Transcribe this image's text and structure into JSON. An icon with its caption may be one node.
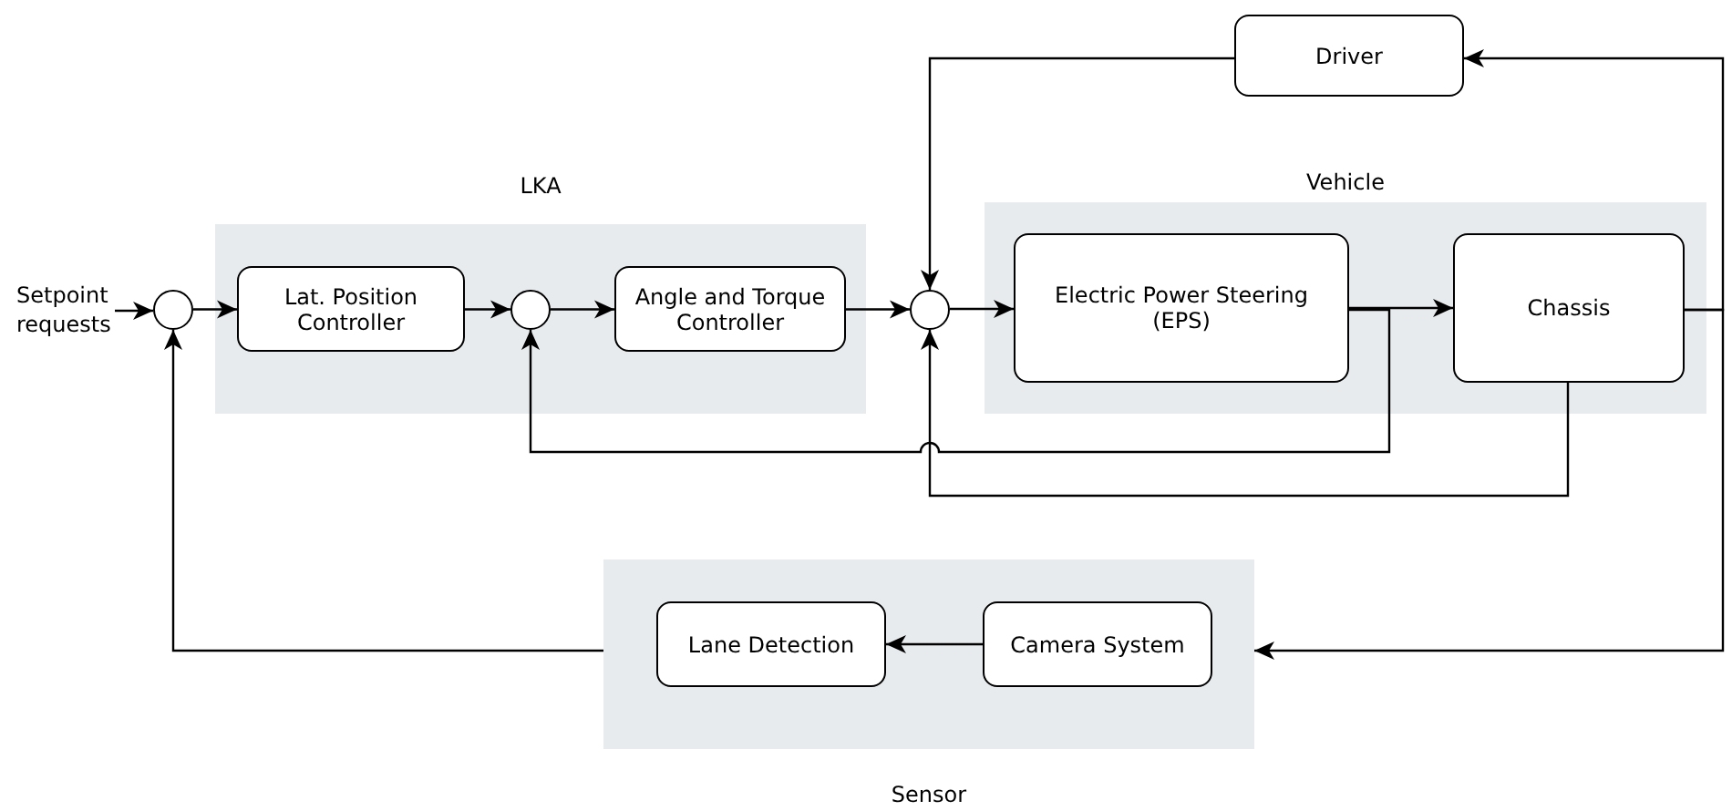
{
  "diagram": {
    "nodes": [
      {
        "text": [
          "Setpoint requests"
        ]
      },
      {
        "text": [
          "LKA"
        ]
      },
      {
        "text": [],
        "shape": "circle"
      },
      {
        "text": [
          "Lat. Position Controller"
        ],
        "in": 1
      },
      {
        "text": [],
        "shape": "circle",
        "in": 1
      },
      {
        "text": [
          "Angle and Torque Controller"
        ],
        "in": 1
      },
      {
        "text": [],
        "shape": "circle"
      },
      {
        "text": [
          "Vehicle"
        ]
      },
      {
        "text": [
          "Electric Power Steering (EPS)"
        ],
        "in": 7
      },
      {
        "text": [
          "Chassis"
        ],
        "in": 7
      },
      {
        "text": [
          "Driver"
        ]
      },
      {
        "text": [
          "Sensor"
        ]
      },
      {
        "text": [
          "Lane Detection"
        ],
        "in": 11
      },
      {
        "text": [
          "Camera System"
        ],
        "in": 11
      }
    ],
    "edges": [
      {
        "from": 0,
        "to": 2,
        "arrow": "to"
      },
      {
        "from": 2,
        "to": 3,
        "arrow": "to"
      },
      {
        "from": 3,
        "to": 4,
        "arrow": "to"
      },
      {
        "from": 4,
        "to": 5,
        "arrow": "to"
      },
      {
        "from": 5,
        "to": 6,
        "arrow": "to"
      },
      {
        "from": 6,
        "to": 8,
        "arrow": "to"
      },
      {
        "from": 8,
        "to": 9,
        "arrow": "to"
      },
      {
        "from": 8,
        "to": 4,
        "arrow": "to"
      },
      {
        "from": 9,
        "to": 6,
        "arrow": "to"
      },
      {
        "from": 10,
        "to": 6,
        "arrow": "to"
      },
      {
        "from": 9,
        "to": 10,
        "arrow": "to"
      },
      {
        "from": 9,
        "to": 11,
        "arrow": "to"
      },
      {
        "from": 13,
        "to": 12,
        "arrow": "to"
      },
      {
        "from": 11,
        "to": 2,
        "arrow": "to"
      }
    ]
  }
}
